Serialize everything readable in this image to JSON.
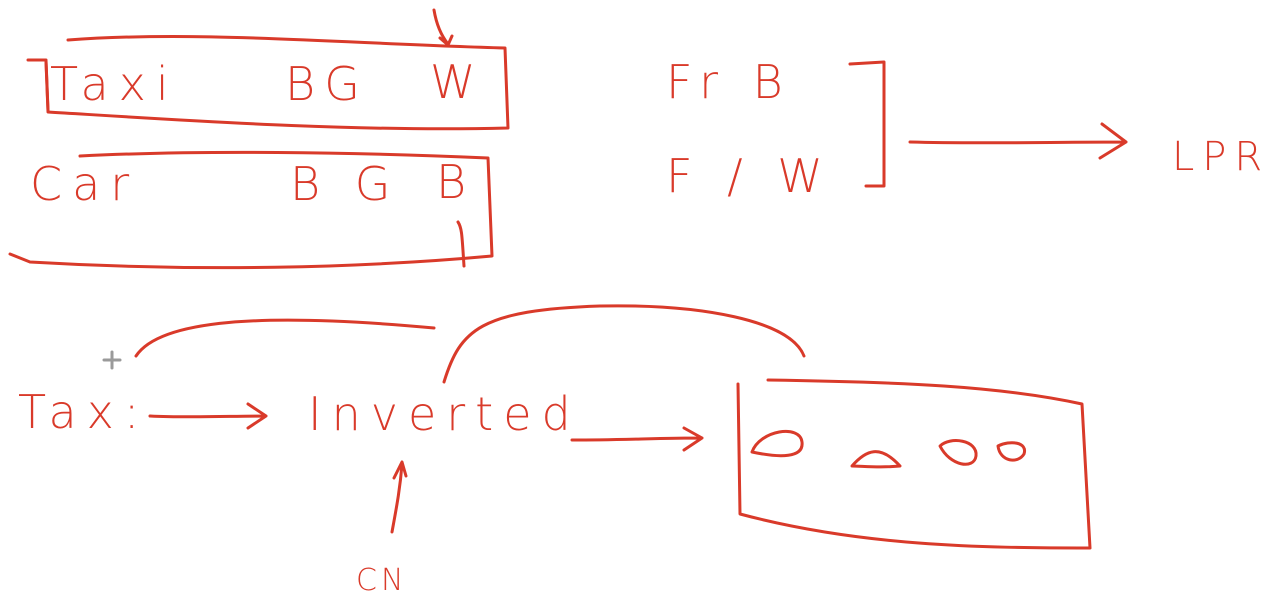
{
  "ink_color": "#d93a2a",
  "cursor_color": "#9a9a9a",
  "labels": {
    "taxi_row": "Taxi",
    "taxi_cols": "BG",
    "taxi_w": "W",
    "car_row": "Car",
    "car_cols": "B G",
    "car_b": "B",
    "fr_b": "Fr  B",
    "f_w": "F /  W",
    "lpr": "LPR",
    "taxi_lower": "Tax:",
    "inverted": "Inverted",
    "cn": "CN"
  }
}
